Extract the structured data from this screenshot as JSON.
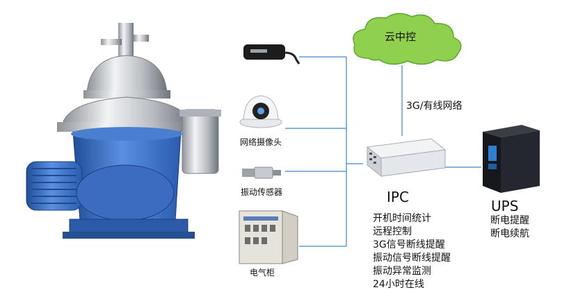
{
  "cloud": {
    "label": "云中控",
    "fill": "#8fd14f"
  },
  "link": {
    "label": "3G/有线网络"
  },
  "devices": {
    "camera": {
      "label": "网络摄像头"
    },
    "vibration_sensor": {
      "label": "振动传感器"
    },
    "cabinet": {
      "label": "电气柜"
    }
  },
  "ipc": {
    "title": "IPC",
    "features": [
      "开机时间统计",
      "远程控制",
      "3G信号断线提醒",
      "振动信号断线提醒",
      "振动异常监测",
      "24小时在线"
    ]
  },
  "ups": {
    "title": "UPS",
    "features": [
      "断电提醒",
      "断电续航"
    ]
  },
  "colors": {
    "line": "#1a73c8",
    "machine_blue": "#3a6fc4",
    "steel": "#c9ccd1"
  }
}
